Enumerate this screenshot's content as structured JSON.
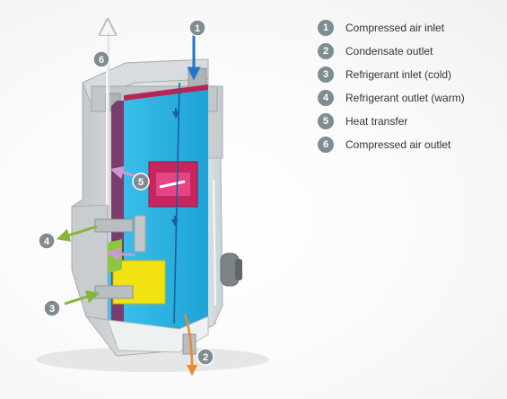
{
  "legend": {
    "items": [
      {
        "number": "1",
        "label": "Compressed air inlet"
      },
      {
        "number": "2",
        "label": "Condensate outlet"
      },
      {
        "number": "3",
        "label": "Refrigerant inlet (cold)"
      },
      {
        "number": "4",
        "label": "Refrigerant outlet (warm)"
      },
      {
        "number": "5",
        "label": "Heat transfer"
      },
      {
        "number": "6",
        "label": "Compressed air outlet"
      }
    ]
  },
  "colors": {
    "badge": "#7f8c90",
    "housing": "#d2d5d7",
    "heat_exchanger": "#2fb6e4",
    "hot_core": "#c8245e",
    "refrigerant_block": "#f2e211",
    "air_inlet": "#1f77c9",
    "air_outlet": "#ffffff",
    "condensate": "#e78a2c",
    "refrigerant": "#86b53a",
    "heat_transfer": "#c99ad2"
  },
  "icons": {
    "air_inlet": "down-arrow-icon",
    "condensate_outlet": "down-arrow-icon",
    "refrigerant_inlet": "right-arrow-icon",
    "refrigerant_outlet": "left-arrow-icon",
    "heat_transfer": "curved-arrow-icon",
    "air_outlet": "up-arrow-icon"
  }
}
